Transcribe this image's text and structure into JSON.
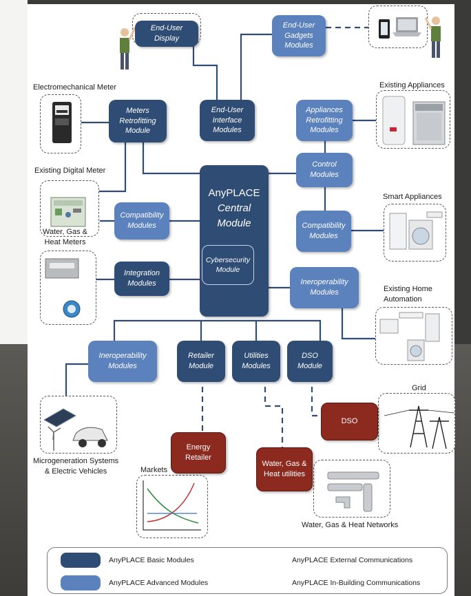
{
  "modules": {
    "end_user_display": "End-User\nDisplay",
    "end_user_gadgets": "End-User\nGadgets\nModules",
    "meters_retrofitting": "Meters\nRetrofitting\nModule",
    "end_user_interface": "End-User\nInterface\nModules",
    "appliances_retrofitting": "Appliances\nRetrofitting\nModules",
    "control": "Control\nModules",
    "central_name": "AnyPLACE",
    "central_sub1": "Central",
    "central_sub2": "Module",
    "cybersecurity": "Cybersecurity\nModule",
    "compat_left": "Compatibility\nModules",
    "compat_right": "Compatibility\nModules",
    "integration": "Integration\nModules",
    "interop_right": "Ineroperability\nModules",
    "interop_bottom": "Ineroperability\nModules",
    "retailer": "Retailer\nModule",
    "utilities": "Utilities\nModules",
    "dso_module": "DSO\nModule",
    "energy_retailer": "Energy\nRetailer",
    "water_gas_utilities": "Water, Gas &\nHeat utilities",
    "dso_red": "DSO"
  },
  "labels": {
    "electromechanical_meter": "Electromechanical Meter",
    "existing_digital_meter": "Existing Digital Meter",
    "water_gas_heat_meters": "Water, Gas &\nHeat Meters",
    "existing_appliances": "Existing Appliances",
    "smart_appliances": "Smart Appliances",
    "existing_home_automation": "Existing Home\nAutomation",
    "grid": "Grid",
    "microgeneration": "Microgeneration Systems\n& Electric Vehicles",
    "markets": "Markets",
    "networks": "Water, Gas & Heat Networks"
  },
  "legend": {
    "basic": "AnyPLACE Basic Modules",
    "advanced": "AnyPLACE Advanced Modules",
    "external": "AnyPLACE External Communications",
    "in_building": "AnyPLACE In-Building Communications"
  },
  "colors": {
    "basic": "#2f4d74",
    "advanced": "#5b82bd",
    "external_entity": "#8c2a20",
    "line": "#2f4d74"
  }
}
